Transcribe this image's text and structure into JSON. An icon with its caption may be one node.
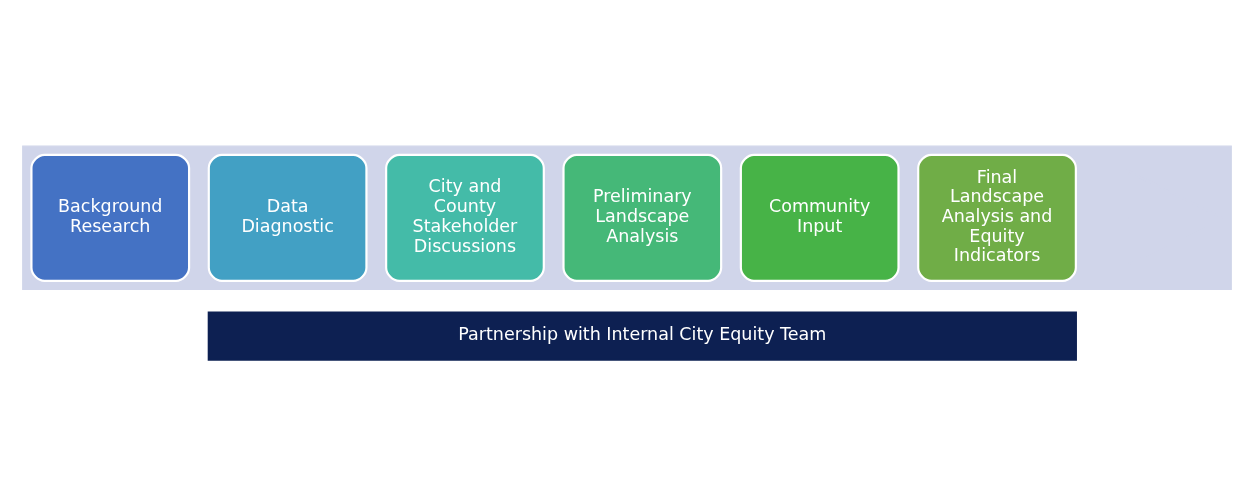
{
  "diagram": {
    "nodes": [
      {
        "text": [],
        "shape": "arrow"
      },
      {
        "text": [
          "Background Research"
        ],
        "in": 0
      },
      {
        "text": [
          "Data Diagnostic"
        ],
        "in": 0
      },
      {
        "text": [
          "City and County Stakeholder Discussions"
        ],
        "in": 0
      },
      {
        "text": [
          "Preliminary Landscape Analysis"
        ],
        "in": 0
      },
      {
        "text": [
          "Community Input"
        ],
        "in": 0
      },
      {
        "text": [
          "Final Landscape Analysis and Equity Indicators"
        ],
        "in": 0
      },
      {
        "text": [
          "Partnership with Internal City Equity Team"
        ]
      }
    ],
    "edges": []
  }
}
